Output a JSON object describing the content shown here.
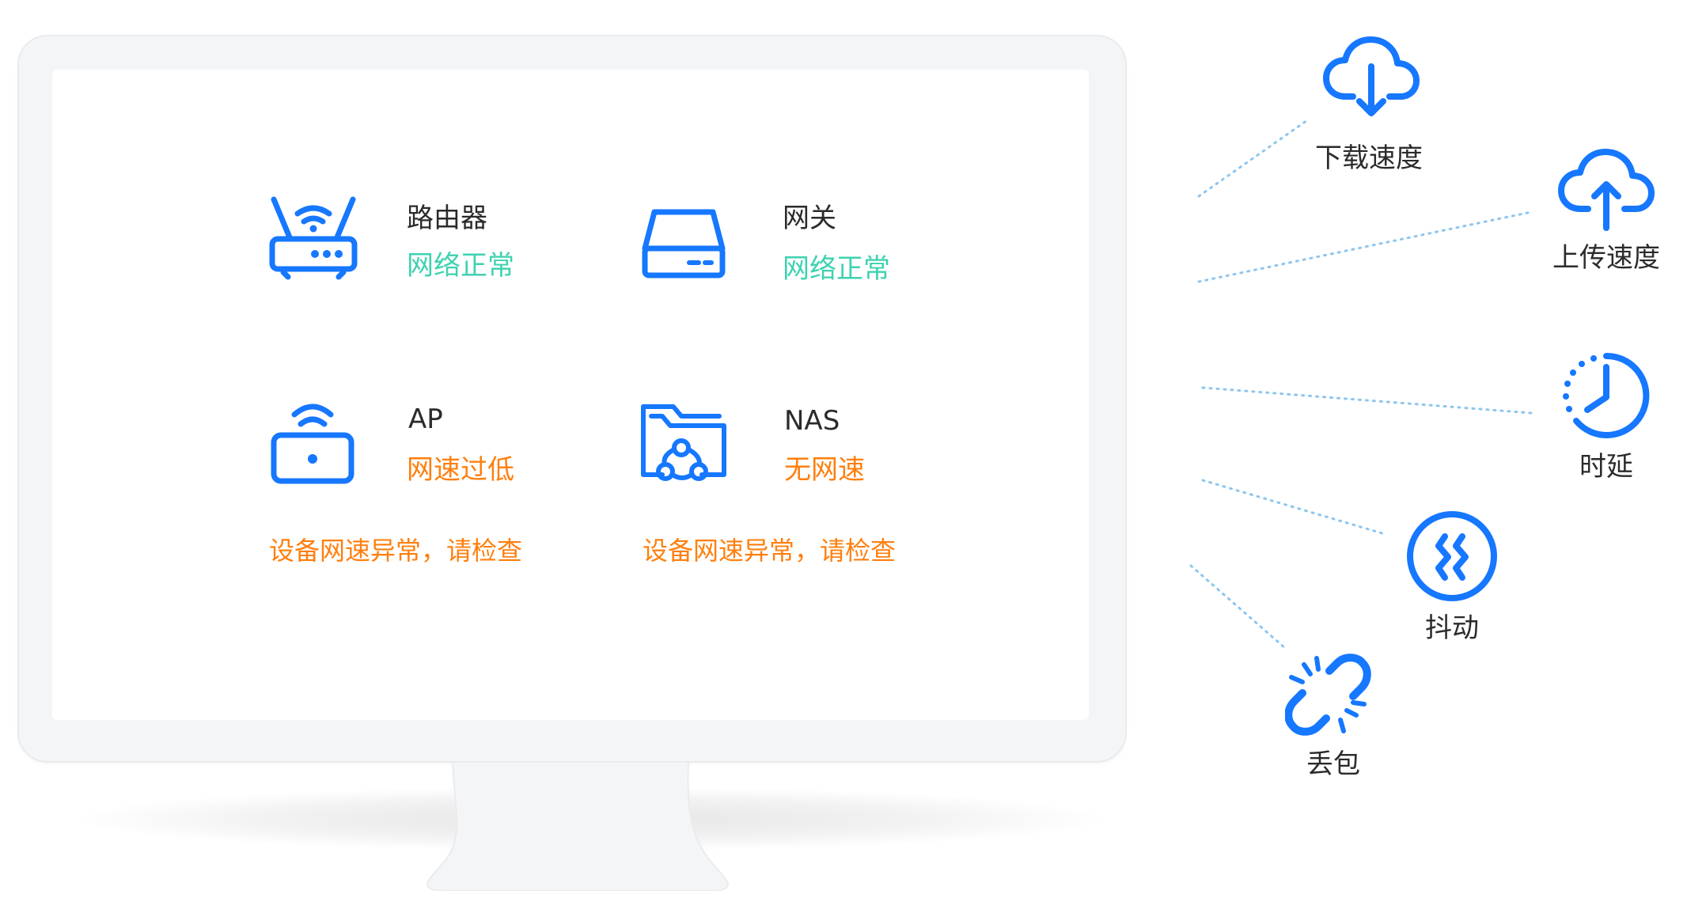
{
  "devices": [
    {
      "name": "路由器",
      "status": "网络正常",
      "status_type": "ok",
      "icon": "router-icon"
    },
    {
      "name": "网关",
      "status": "网络正常",
      "status_type": "ok",
      "icon": "gateway-icon"
    },
    {
      "name": "AP",
      "status": "网速过低",
      "status_type": "bad",
      "icon": "access-point-icon",
      "warning": "设备网速异常，请检查"
    },
    {
      "name": "NAS",
      "status": "无网速",
      "status_type": "bad",
      "icon": "nas-folder-icon",
      "warning": "设备网速异常，请检查"
    }
  ],
  "metrics": [
    {
      "label": "下载速度",
      "icon": "cloud-download-icon"
    },
    {
      "label": "上传速度",
      "icon": "cloud-upload-icon"
    },
    {
      "label": "时延",
      "icon": "clock-icon"
    },
    {
      "label": "抖动",
      "icon": "jitter-icon"
    },
    {
      "label": "丢包",
      "icon": "broken-link-icon"
    }
  ],
  "colors": {
    "icon_blue": "#1677ff",
    "status_ok": "#3ed2b0",
    "status_bad": "#ff7f0e",
    "dotted_line": "#8cc6f0"
  }
}
